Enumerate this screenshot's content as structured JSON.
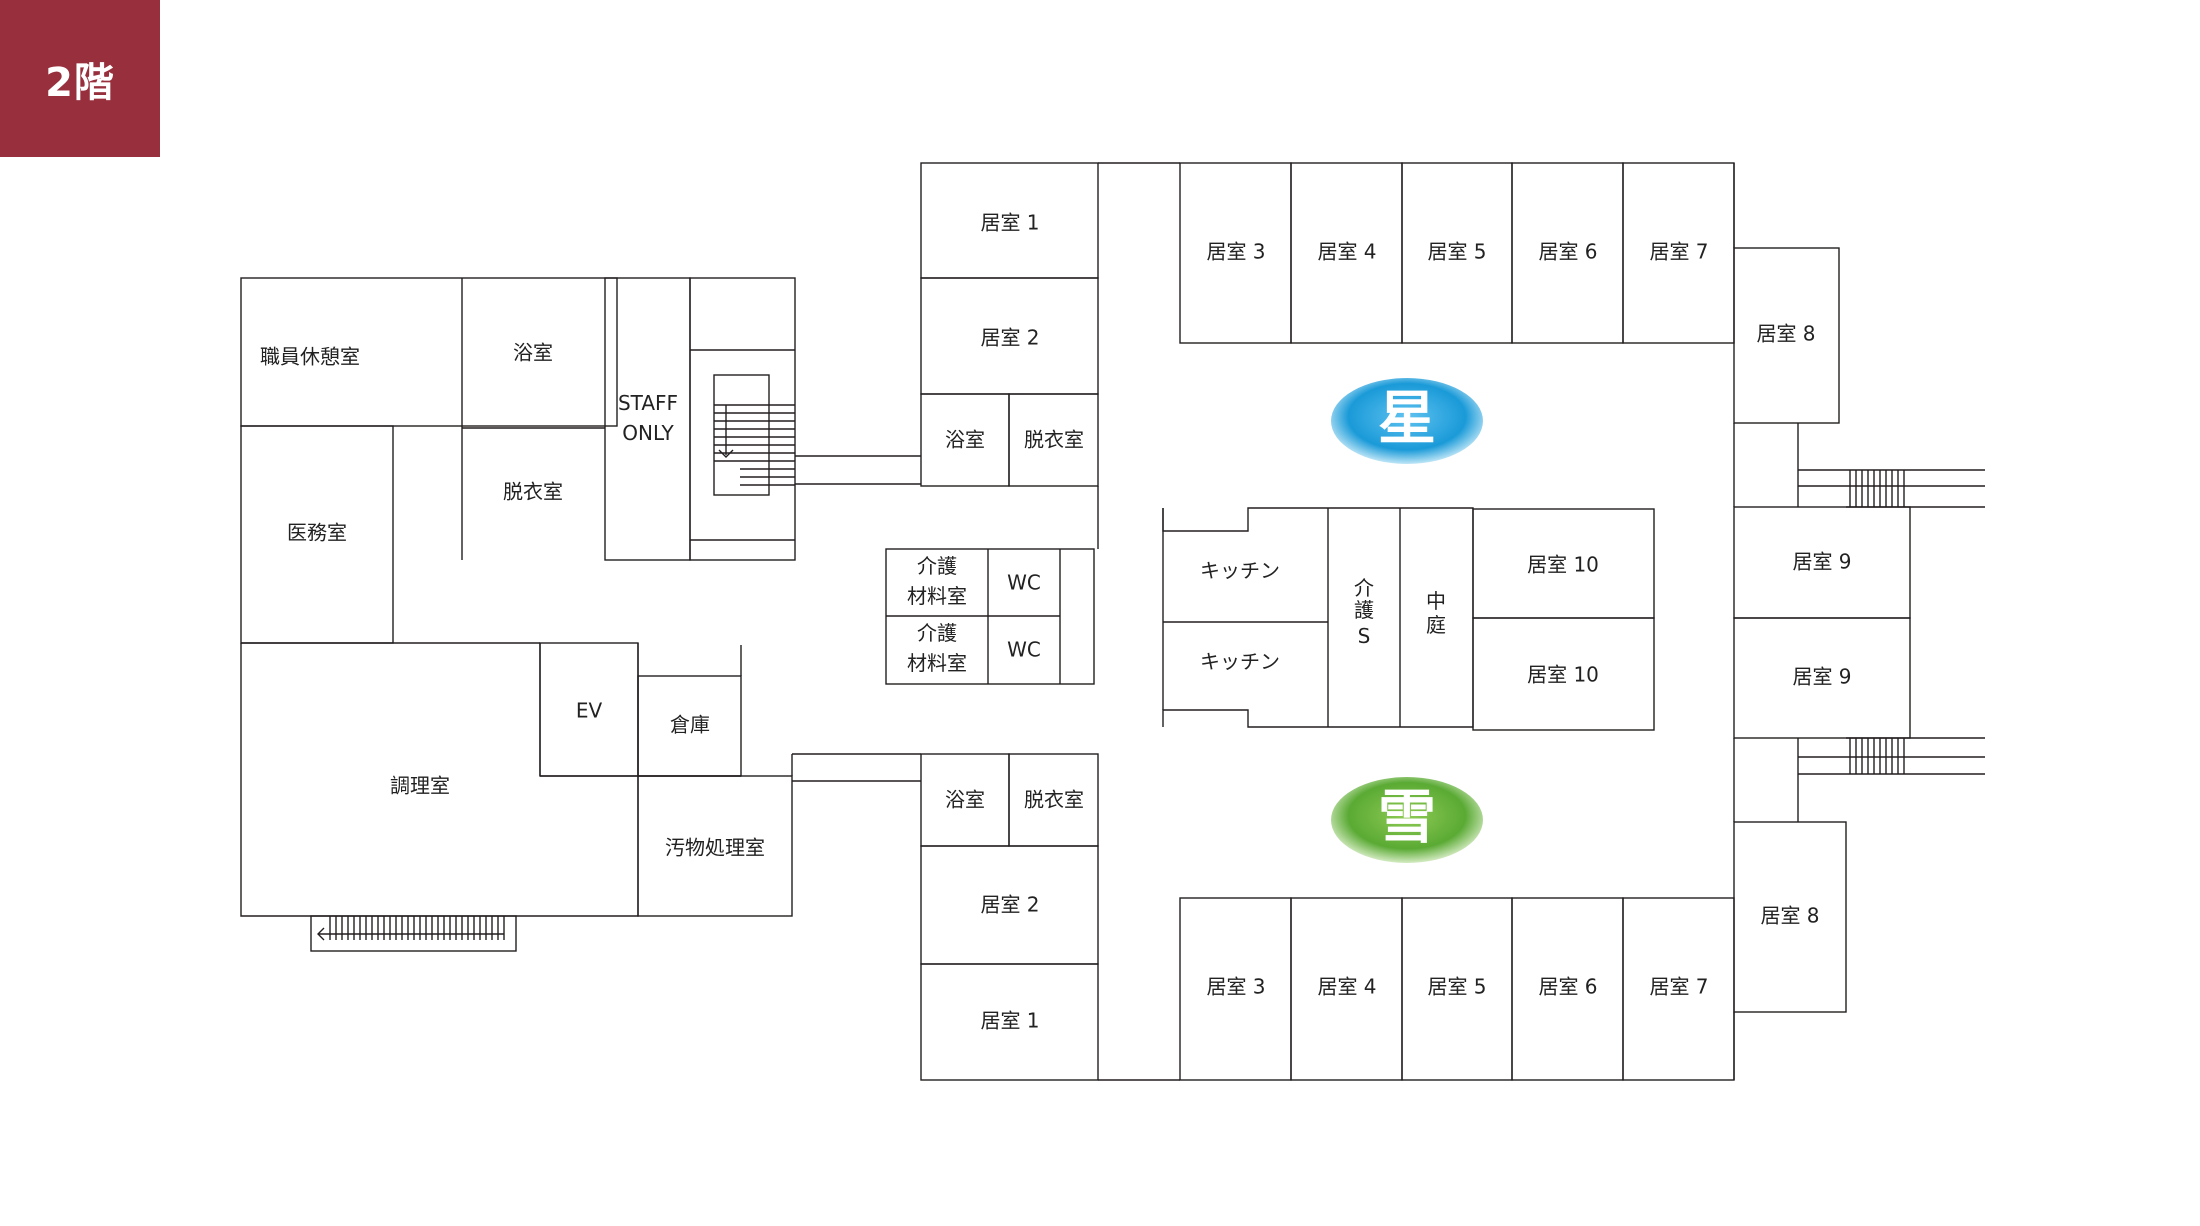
{
  "floor_label": "2階",
  "colors": {
    "badge": "#982f3d",
    "star_unit": "#bde3f6",
    "snow_unit": "#d6e8c3",
    "star_badge": "#1a9ad8",
    "snow_badge": "#5aaa34"
  },
  "units": {
    "star": "星",
    "snow": "雪"
  },
  "rooms": {
    "staff_lounge": "職員休憩室",
    "bath_left": "浴室",
    "staff_only": [
      "STAFF",
      "ONLY"
    ],
    "undress_left": "脱衣室",
    "medical": "医務室",
    "ev": "EV",
    "storage": "倉庫",
    "kitchen_room": "調理室",
    "waste": "汚物処理室",
    "care_supply_1": [
      "介護",
      "材料室"
    ],
    "care_supply_2": [
      "介護",
      "材料室"
    ],
    "wc_1": "WC",
    "wc_2": "WC",
    "kitchen_1": "キッチン",
    "kitchen_2": "キッチン",
    "care_station": [
      "介",
      "護",
      "S"
    ],
    "courtyard": [
      "中",
      "庭"
    ],
    "star_room_1": "居室 1",
    "star_room_2": "居室 2",
    "star_bath": "浴室",
    "star_undress": "脱衣室",
    "star_room_3": "居室 3",
    "star_room_4": "居室 4",
    "star_room_5": "居室 5",
    "star_room_6": "居室 6",
    "star_room_7": "居室 7",
    "star_room_8": "居室 8",
    "star_room_9": "居室 9",
    "star_room_10": "居室 10",
    "snow_room_10": "居室 10",
    "snow_room_9": "居室 9",
    "snow_bath": "浴室",
    "snow_undress": "脱衣室",
    "snow_room_2": "居室 2",
    "snow_room_1": "居室 1",
    "snow_room_3": "居室 3",
    "snow_room_4": "居室 4",
    "snow_room_5": "居室 5",
    "snow_room_6": "居室 6",
    "snow_room_7": "居室 7",
    "snow_room_8": "居室 8"
  }
}
